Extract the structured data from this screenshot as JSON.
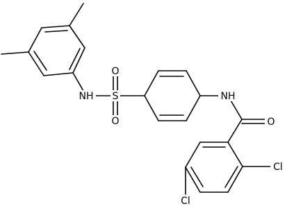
{
  "labels": {
    "nh_sulfonamide": "NH",
    "sulfur": "S",
    "oxygen_top": "O",
    "oxygen_bottom": "O",
    "nh_amide": "NH",
    "oxygen_carbonyl": "O",
    "chlorine_2": "Cl",
    "chlorine_4": "Cl"
  }
}
